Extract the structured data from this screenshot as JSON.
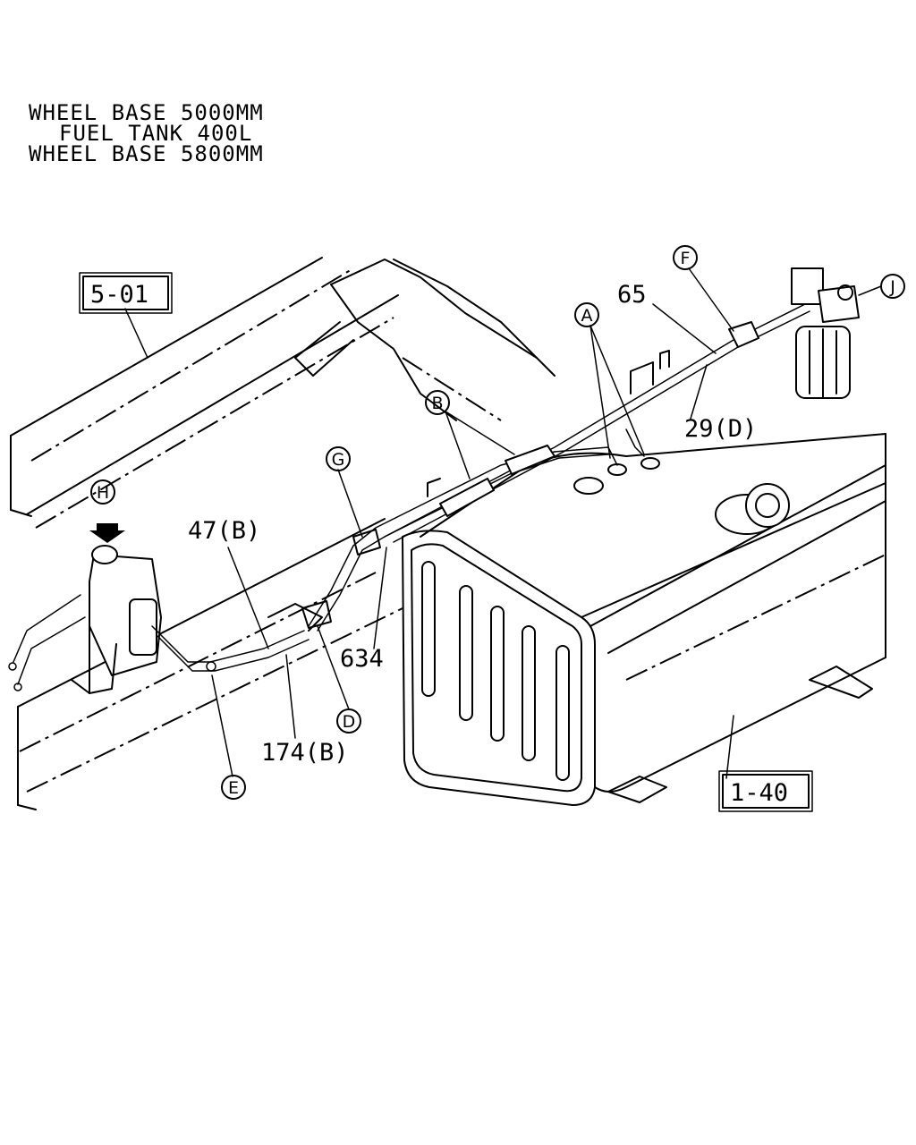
{
  "header": {
    "line1": "WHEEL BASE 5000MM",
    "line2": "FUEL TANK 400L",
    "line3": "WHEEL BASE 5800MM"
  },
  "refs": {
    "frame": "5-01",
    "tank": "1-40"
  },
  "parts": {
    "p65": "65",
    "p29": "29(D)",
    "p47": "47(B)",
    "p634": "634",
    "p174": "174(B)"
  },
  "callouts": {
    "a": "A",
    "b": "B",
    "d": "D",
    "e": "E",
    "f": "F",
    "g": "G",
    "h": "H",
    "j": "J"
  }
}
